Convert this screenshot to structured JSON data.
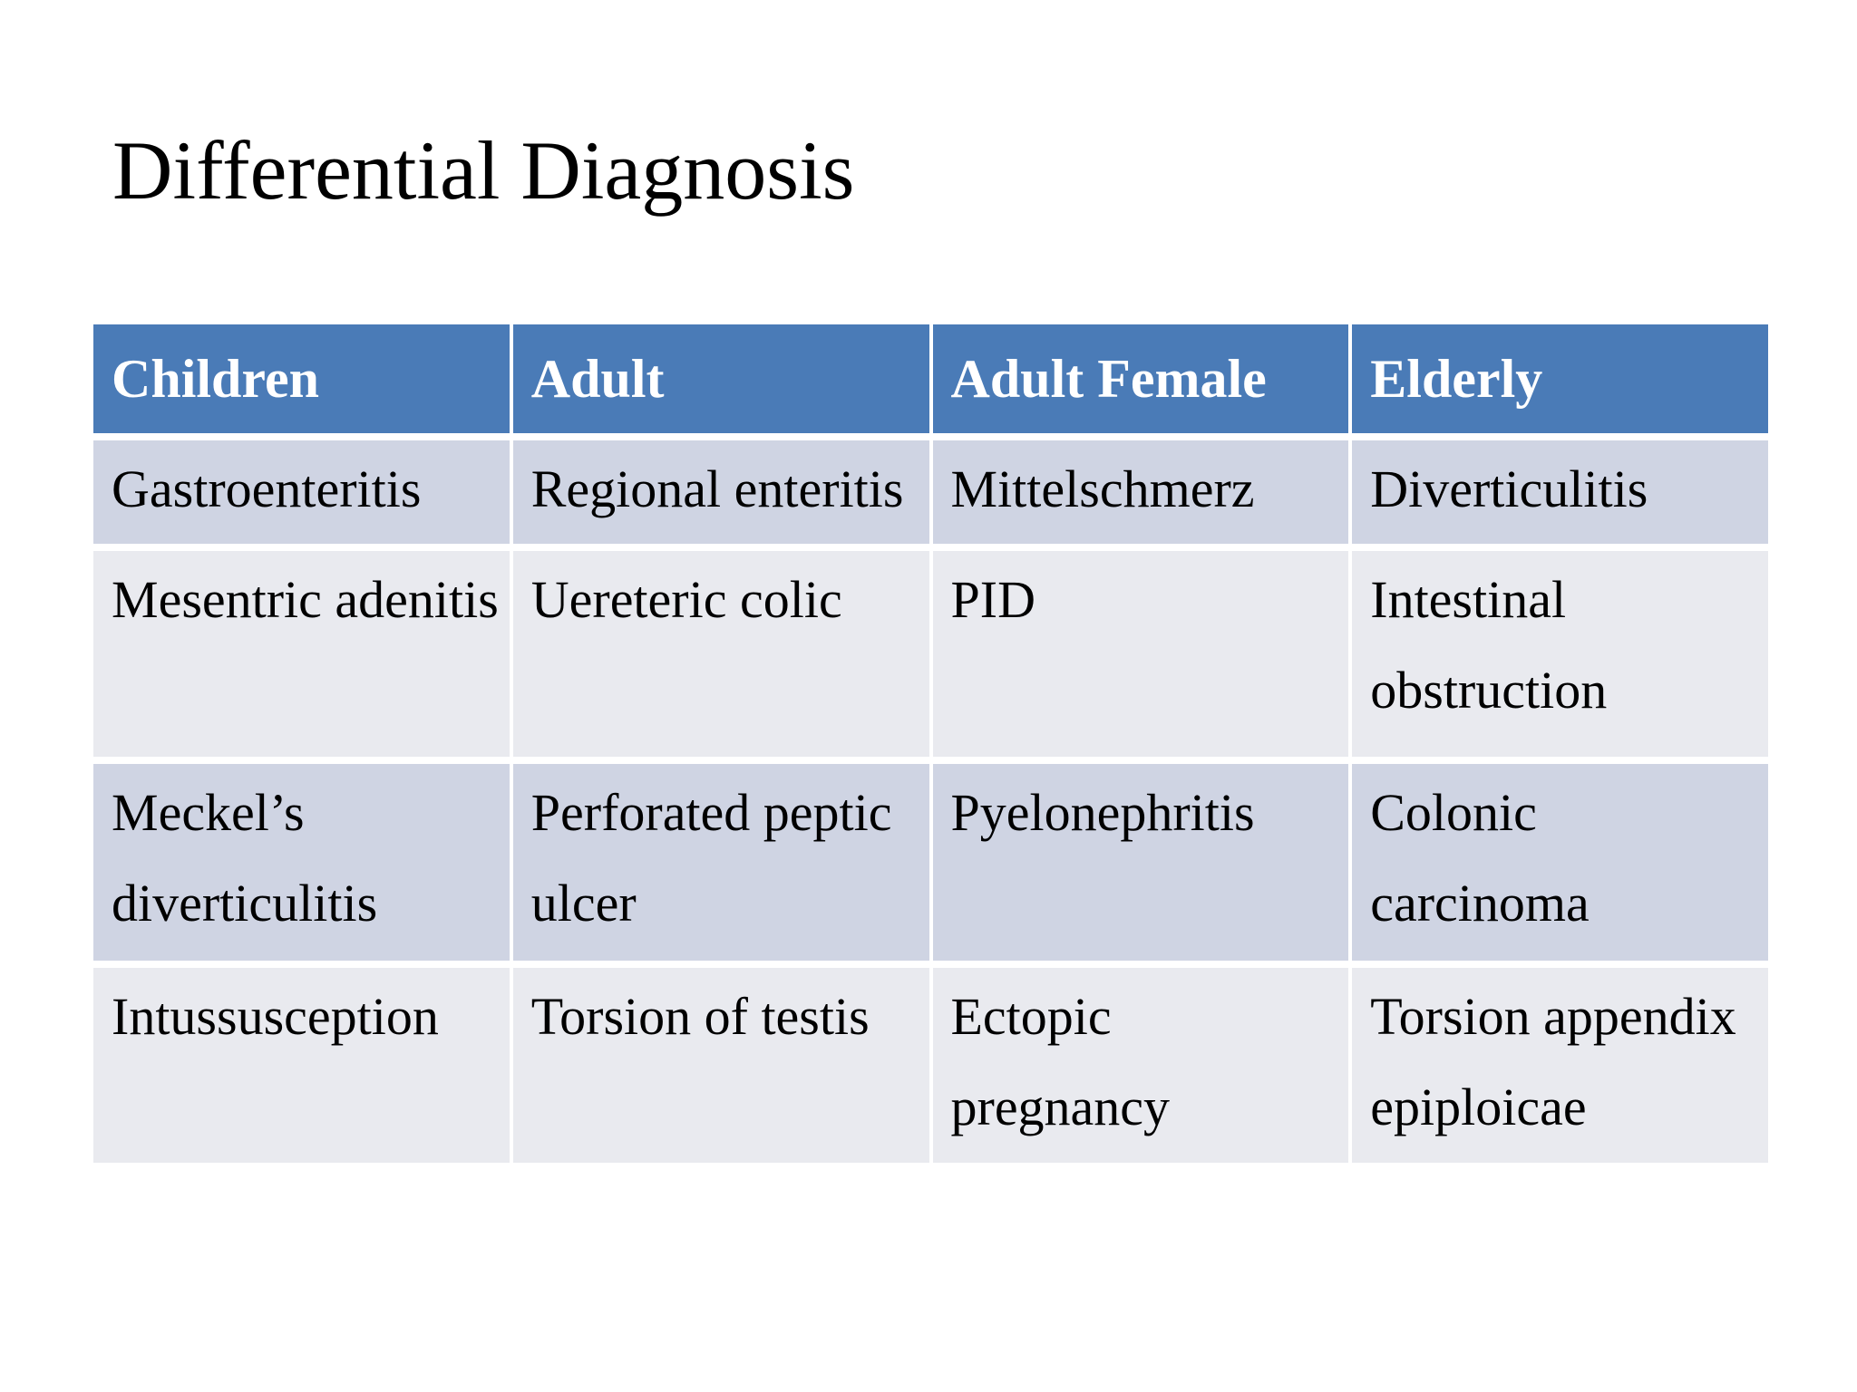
{
  "slide": {
    "title": "Differential Diagnosis"
  },
  "table": {
    "columns": [
      "Children",
      "Adult",
      "Adult Female",
      "Elderly"
    ],
    "rows": [
      [
        "Gastroenteritis",
        "Regional enteritis",
        "Mittelschmerz",
        "Diverticulitis"
      ],
      [
        "Mesentric adenitis",
        "Uereteric colic",
        "PID",
        "Intestinal\nobstruction"
      ],
      [
        "Meckel’s\ndiverticulitis",
        "Perforated peptic\nulcer",
        "Pyelonephritis",
        "Colonic\ncarcinoma"
      ],
      [
        "Intussusception",
        "Torsion of testis",
        "Ectopic\npregnancy",
        "Torsion appendix\nepiploicae"
      ]
    ],
    "colors": {
      "header_background": "#4a7bb7",
      "header_text": "#ffffff",
      "band_dark": "#cfd4e3",
      "band_light": "#e9eaef",
      "body_text": "#000000",
      "separator": "#ffffff"
    }
  }
}
